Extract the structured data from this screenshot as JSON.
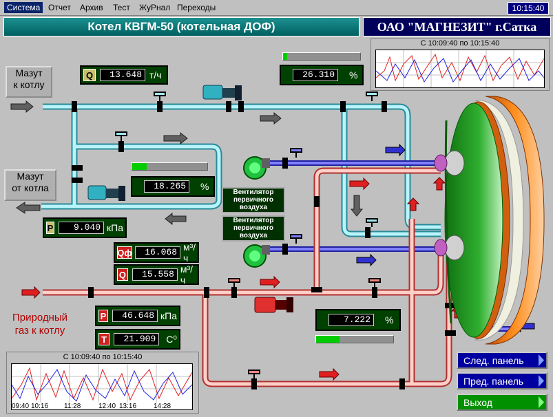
{
  "menu": [
    {
      "label": "Система",
      "active": true
    },
    {
      "label": "Отчет"
    },
    {
      "label": "Архив"
    },
    {
      "label": "Тест"
    },
    {
      "label": "ЖуРнал"
    },
    {
      "label": "Переходы"
    }
  ],
  "clock": "10:15:40",
  "title": "Котел  КВГМ-50  (котельная ДОФ)",
  "company": "ОАО \"МАГНЕЗИТ\" г.Сатка",
  "labels": {
    "mazut_in": "Мазут\nк котлу",
    "mazut_out": "Мазут\nот котла",
    "gas": "Природный\nгаз к котлу",
    "fan1": "Вентилятор\nпервичного\nвоздуха",
    "fan2": "Вентилятор\nпервичного\nвоздуха"
  },
  "readings": {
    "mazut_flow": {
      "tag": "Q",
      "value": "13.648",
      "unit": "т/ч"
    },
    "valve_top": {
      "value": "26.310",
      "unit": "%"
    },
    "valve_mid": {
      "value": "18.265",
      "unit": "%"
    },
    "mazut_pressure": {
      "tag": "P",
      "value": "9.040",
      "unit": "кПа"
    },
    "gas_flow_f": {
      "tag": "Qф",
      "value": "16.068",
      "unit": "м³/ч"
    },
    "gas_flow": {
      "tag": "Q",
      "value": "15.558",
      "unit": "м³/ч"
    },
    "gas_pressure": {
      "tag": "P",
      "value": "46.648",
      "unit": "кПа"
    },
    "gas_temp": {
      "tag": "T",
      "value": "21.909",
      "unit": "С⁰"
    },
    "valve_gas": {
      "value": "7.222",
      "unit": "%"
    }
  },
  "bars": {
    "top": 0.05,
    "mid": 0.2,
    "gas": 0.3
  },
  "trend_top": {
    "title": "С 10:09:40 по 10:15:40"
  },
  "trend_bottom": {
    "title": "С 10:09:40 по 10:15:40",
    "ticks": [
      "09:40",
      "10:16",
      "11:28",
      "12:40",
      "13:16",
      "14:28"
    ]
  },
  "nav": {
    "next": "След. панель",
    "prev": "Пред. панель",
    "exit": "Выход"
  },
  "colors": {
    "mazut_pipe": "#9ee8f0",
    "gas_pipe": "#ffb0a8",
    "air_pipe": "#7070e0",
    "boiler": "#20a020"
  }
}
